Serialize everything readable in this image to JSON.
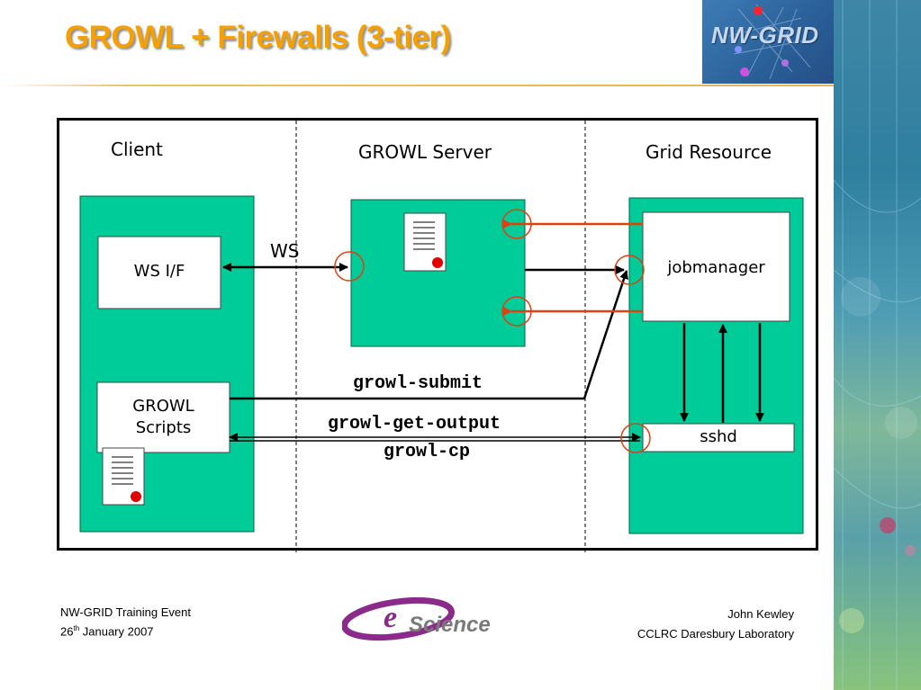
{
  "title": "GROWL + Firewalls (3-tier)",
  "logo": {
    "text": "NW-GRID"
  },
  "columns": {
    "client": "Client",
    "server": "GROWL Server",
    "resource": "Grid Resource"
  },
  "boxes": {
    "ws_if": "WS I/F",
    "growl_scripts_line1": "GROWL",
    "growl_scripts_line2": "Scripts",
    "jobmanager": "jobmanager",
    "sshd": "sshd"
  },
  "labels": {
    "ws": "WS",
    "submit": "growl-submit",
    "get_output": "growl-get-output",
    "cp": "growl-cp"
  },
  "footer": {
    "event": "NW-GRID Training Event",
    "date_day": "26",
    "date_sup": "th",
    "date_rest": " January 2007",
    "author": "John Kewley",
    "org": "CCLRC Daresbury Laboratory",
    "escience_text": "Science"
  },
  "colors": {
    "title": "#f5a000",
    "panel_fill": "#00cc99",
    "red_arrow": "#e04010",
    "connector_ring": "#e04010",
    "doc_dot": "#e00000"
  }
}
